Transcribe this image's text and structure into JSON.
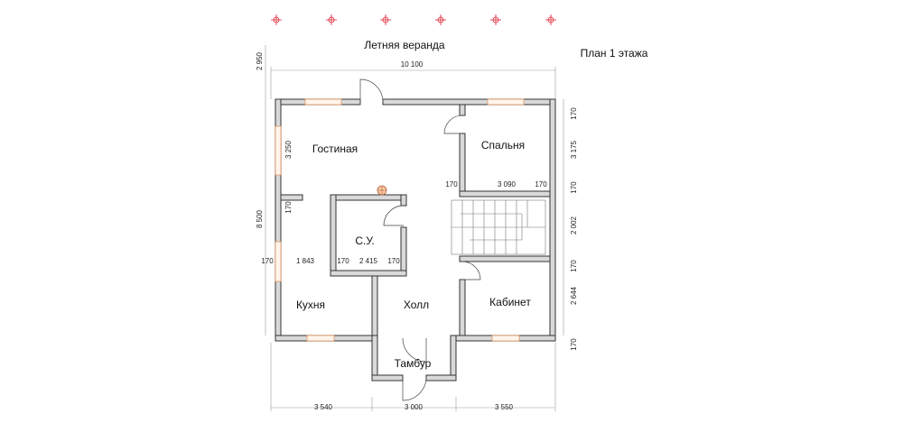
{
  "titles": {
    "veranda": "Летняя веранда",
    "plan": "План 1 этажа"
  },
  "rooms": {
    "living": "Гостиная",
    "bedroom": "Спальня",
    "bathroom": "С.У.",
    "kitchen": "Кухня",
    "hall": "Холл",
    "office": "Кабинет",
    "vestibule": "Тамбур"
  },
  "dimensions": {
    "veranda_depth": "2 950",
    "overall_width": "10 100",
    "overall_depth": "8 500",
    "living_depth": "3 250",
    "wall_left_mid": "170",
    "wall_left_low": "170",
    "kitchen_width": "1 843",
    "su_wall_left": "170",
    "su_width": "2 415",
    "su_wall_right": "170",
    "stair_wall": "170",
    "bedroom_width": "3 090",
    "bedroom_wall_right": "170",
    "right_wall_top": "170",
    "right_bedroom": "3 175",
    "right_wall_2": "170",
    "right_stair": "2 002",
    "right_wall_3": "170",
    "right_office": "2 644",
    "right_wall_bottom": "170",
    "bottom_left": "3 540",
    "bottom_mid": "3 000",
    "bottom_right": "3 550"
  },
  "colors": {
    "wall_fill": "#d9d9d9",
    "window": "#e08a50",
    "axis_mark": "#d23"
  }
}
